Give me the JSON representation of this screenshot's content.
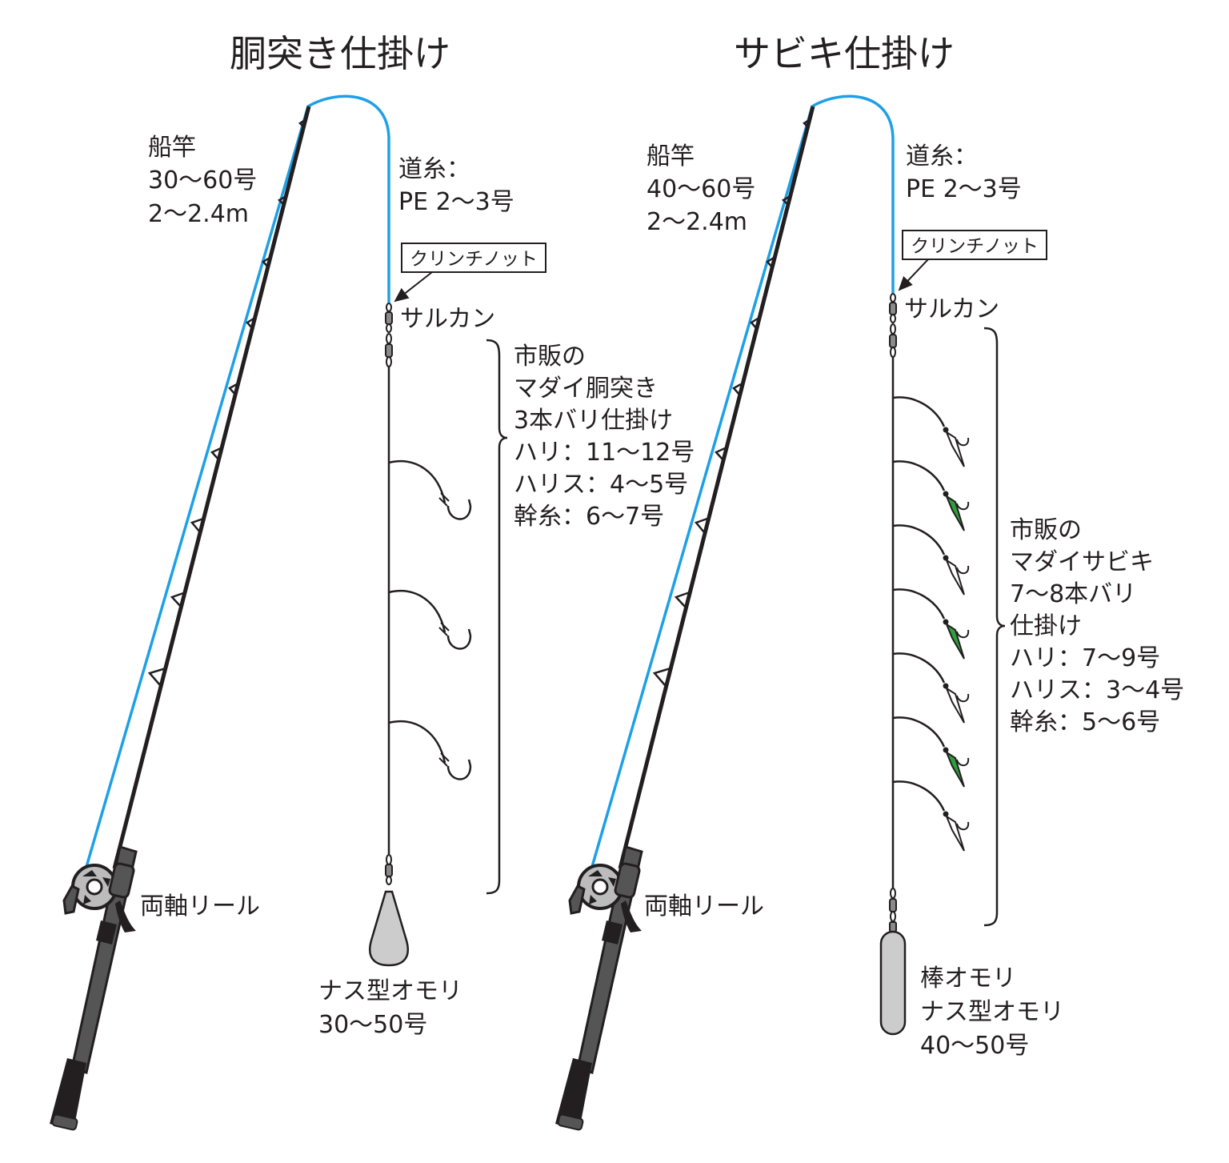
{
  "colors": {
    "line": "#1ea0e6",
    "ink": "#231f20",
    "sinker": "#cccccc",
    "lure": "#2e9e3e"
  },
  "left": {
    "title": "胴突き仕掛け",
    "rod": [
      "船竿",
      "30〜60号",
      " 2〜2.4m"
    ],
    "mainline": [
      "道糸：",
      "PE  2〜3号"
    ],
    "knot": "クリンチノット",
    "swivel": "サルカン",
    "rig": [
      "市販の",
      "マダイ胴突き",
      " 3本バリ仕掛け",
      "ハリ：11〜12号",
      "ハリス：4〜5号",
      "幹糸：6〜7号"
    ],
    "reel": "両軸リール",
    "sinker": [
      "ナス型オモリ",
      "30〜50号"
    ]
  },
  "right": {
    "title": "サビキ仕掛け",
    "rod": [
      "船竿",
      "40〜60号",
      " 2〜2.4m"
    ],
    "mainline": [
      "道糸：",
      "PE  2〜3号"
    ],
    "knot": "クリンチノット",
    "swivel": "サルカン",
    "rig": [
      "市販の",
      "マダイサビキ",
      " 7〜8本バリ",
      "仕掛け",
      "ハリ：7〜9号",
      "ハリス：3〜4号",
      "幹糸：5〜6号"
    ],
    "reel": "両軸リール",
    "sinker": [
      "棒オモリ",
      "ナス型オモリ",
      "40〜50号"
    ]
  }
}
